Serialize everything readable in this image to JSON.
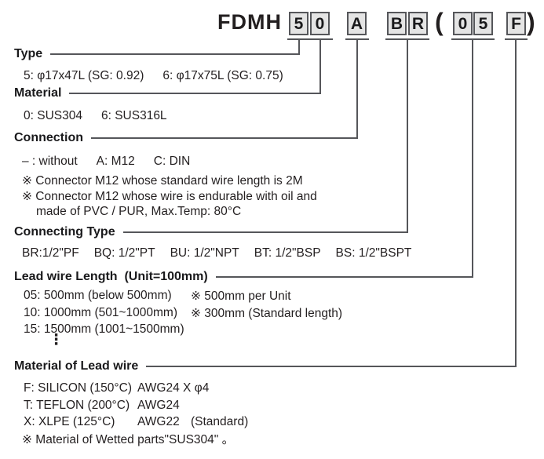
{
  "code": {
    "prefix": "FDMH",
    "type": "5",
    "material": "0",
    "connection": "A",
    "connecting_type": [
      "B",
      "R"
    ],
    "paren_open": "(",
    "length": [
      "0",
      "5"
    ],
    "wire_material": "F",
    "paren_close": ")"
  },
  "sections": {
    "type": {
      "title": "Type",
      "options": [
        "5: φ17x47L (SG: 0.92)",
        "6: φ17x75L (SG: 0.75)"
      ]
    },
    "material": {
      "title": "Material",
      "options": [
        "0: SUS304",
        "6: SUS316L"
      ]
    },
    "connection": {
      "title": "Connection",
      "options": [
        "– : without",
        "A: M12",
        "C: DIN"
      ],
      "notes": [
        "※ Connector M12 whose standard wire length is 2M",
        "※ Connector M12 whose wire is endurable with oil and",
        "made of PVC / PUR, Max.Temp: 80°C"
      ]
    },
    "connecting_type": {
      "title": "Connecting Type",
      "options": [
        "BR:1/2\"PF",
        "BQ: 1/2\"PT",
        "BU: 1/2\"NPT",
        "BT: 1/2\"BSP",
        "BS: 1/2\"BSPT"
      ]
    },
    "lead_wire_length": {
      "title": "Lead wire Length  (Unit=100mm)",
      "rows": [
        "05: 500mm (below 500mm)",
        "10: 1000mm (501~1000mm)",
        "15: 1500mm (1001~1500mm)"
      ],
      "notes": [
        "※ 500mm per Unit",
        "※ 300mm (Standard length)"
      ],
      "ellipsis": "⋮"
    },
    "material_of_lead_wire": {
      "title": "Material of Lead wire",
      "rows": [
        {
          "code": "F: SILICON (150°C)",
          "spec": "AWG24 X φ4",
          "extra": ""
        },
        {
          "code": "T: TEFLON (200°C)",
          "spec": "AWG24",
          "extra": ""
        },
        {
          "code": "X: XLPE (125°C)",
          "spec": "AWG22",
          "extra": "(Standard)"
        }
      ],
      "note": "※ Material of Wetted parts\"SUS304\" 。"
    }
  },
  "colors": {
    "text": "#231f20",
    "box_fill": "#e4e4e4",
    "box_border": "#55565a",
    "line": "#55565a"
  }
}
